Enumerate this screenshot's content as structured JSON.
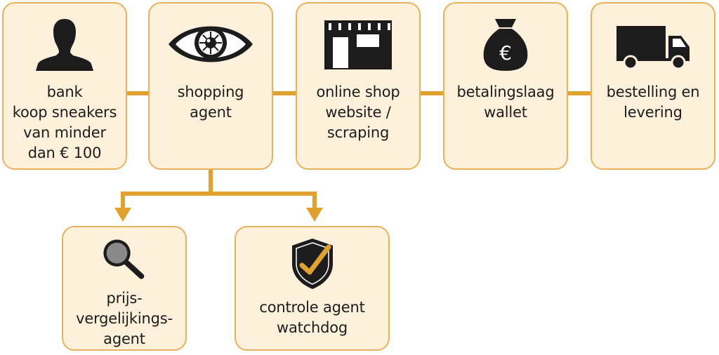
{
  "nodes": {
    "bank": {
      "label": "bank\nkoop sneakers\nvan minder\ndan € 100",
      "icon": "person-silhouette-icon"
    },
    "shopping_agent": {
      "label": "shopping\nagent",
      "icon": "eye-icon"
    },
    "online_shop": {
      "label": "online shop\nwebsite /\nscraping",
      "icon": "storefront-icon"
    },
    "payment": {
      "label": "betalingslaag\nwallet",
      "icon": "money-bag-euro-icon"
    },
    "delivery": {
      "label": "bestelling en\nlevering",
      "icon": "delivery-truck-icon"
    },
    "price_compare": {
      "label": "prijs-\nvergelijkings-\nagent",
      "icon": "magnifying-glass-icon"
    },
    "watchdog": {
      "label": "controle agent\nwatchdog",
      "icon": "shield-check-icon"
    }
  },
  "colors": {
    "box_fill": "#fdf1dc",
    "box_border": "#e8b15a",
    "connector": "#e0a12f",
    "icon": "#1c1c1c",
    "check": "#e0a12f"
  }
}
